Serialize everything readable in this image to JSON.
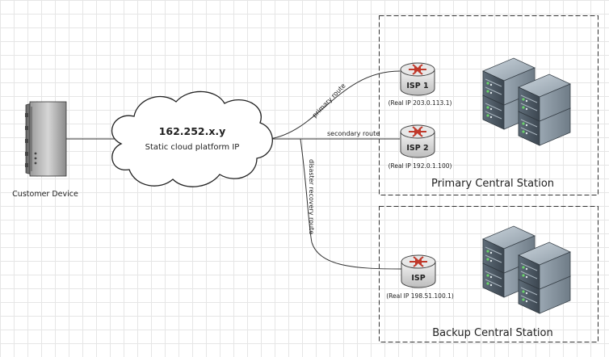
{
  "cloud": {
    "ip": "162.252.x.y",
    "label": "Static cloud platform IP"
  },
  "customer_device": {
    "label": "Customer Device"
  },
  "routes": {
    "primary": "primary route",
    "secondary": "secondary route",
    "disaster": "disaster recovery route"
  },
  "primary_station": {
    "title": "Primary Central Station",
    "isp1": {
      "name": "ISP 1",
      "ip": "(Real IP 203.0.113.1)"
    },
    "isp2": {
      "name": "ISP 2",
      "ip": "(Real IP 192.0.1.100)"
    }
  },
  "backup_station": {
    "title": "Backup Central Station",
    "isp": {
      "name": "ISP",
      "ip": "(Real IP 198.51.100.1)"
    }
  },
  "colors": {
    "router_arrow": "#c0392b",
    "server_face": "#7a8b99",
    "line": "#333333"
  }
}
